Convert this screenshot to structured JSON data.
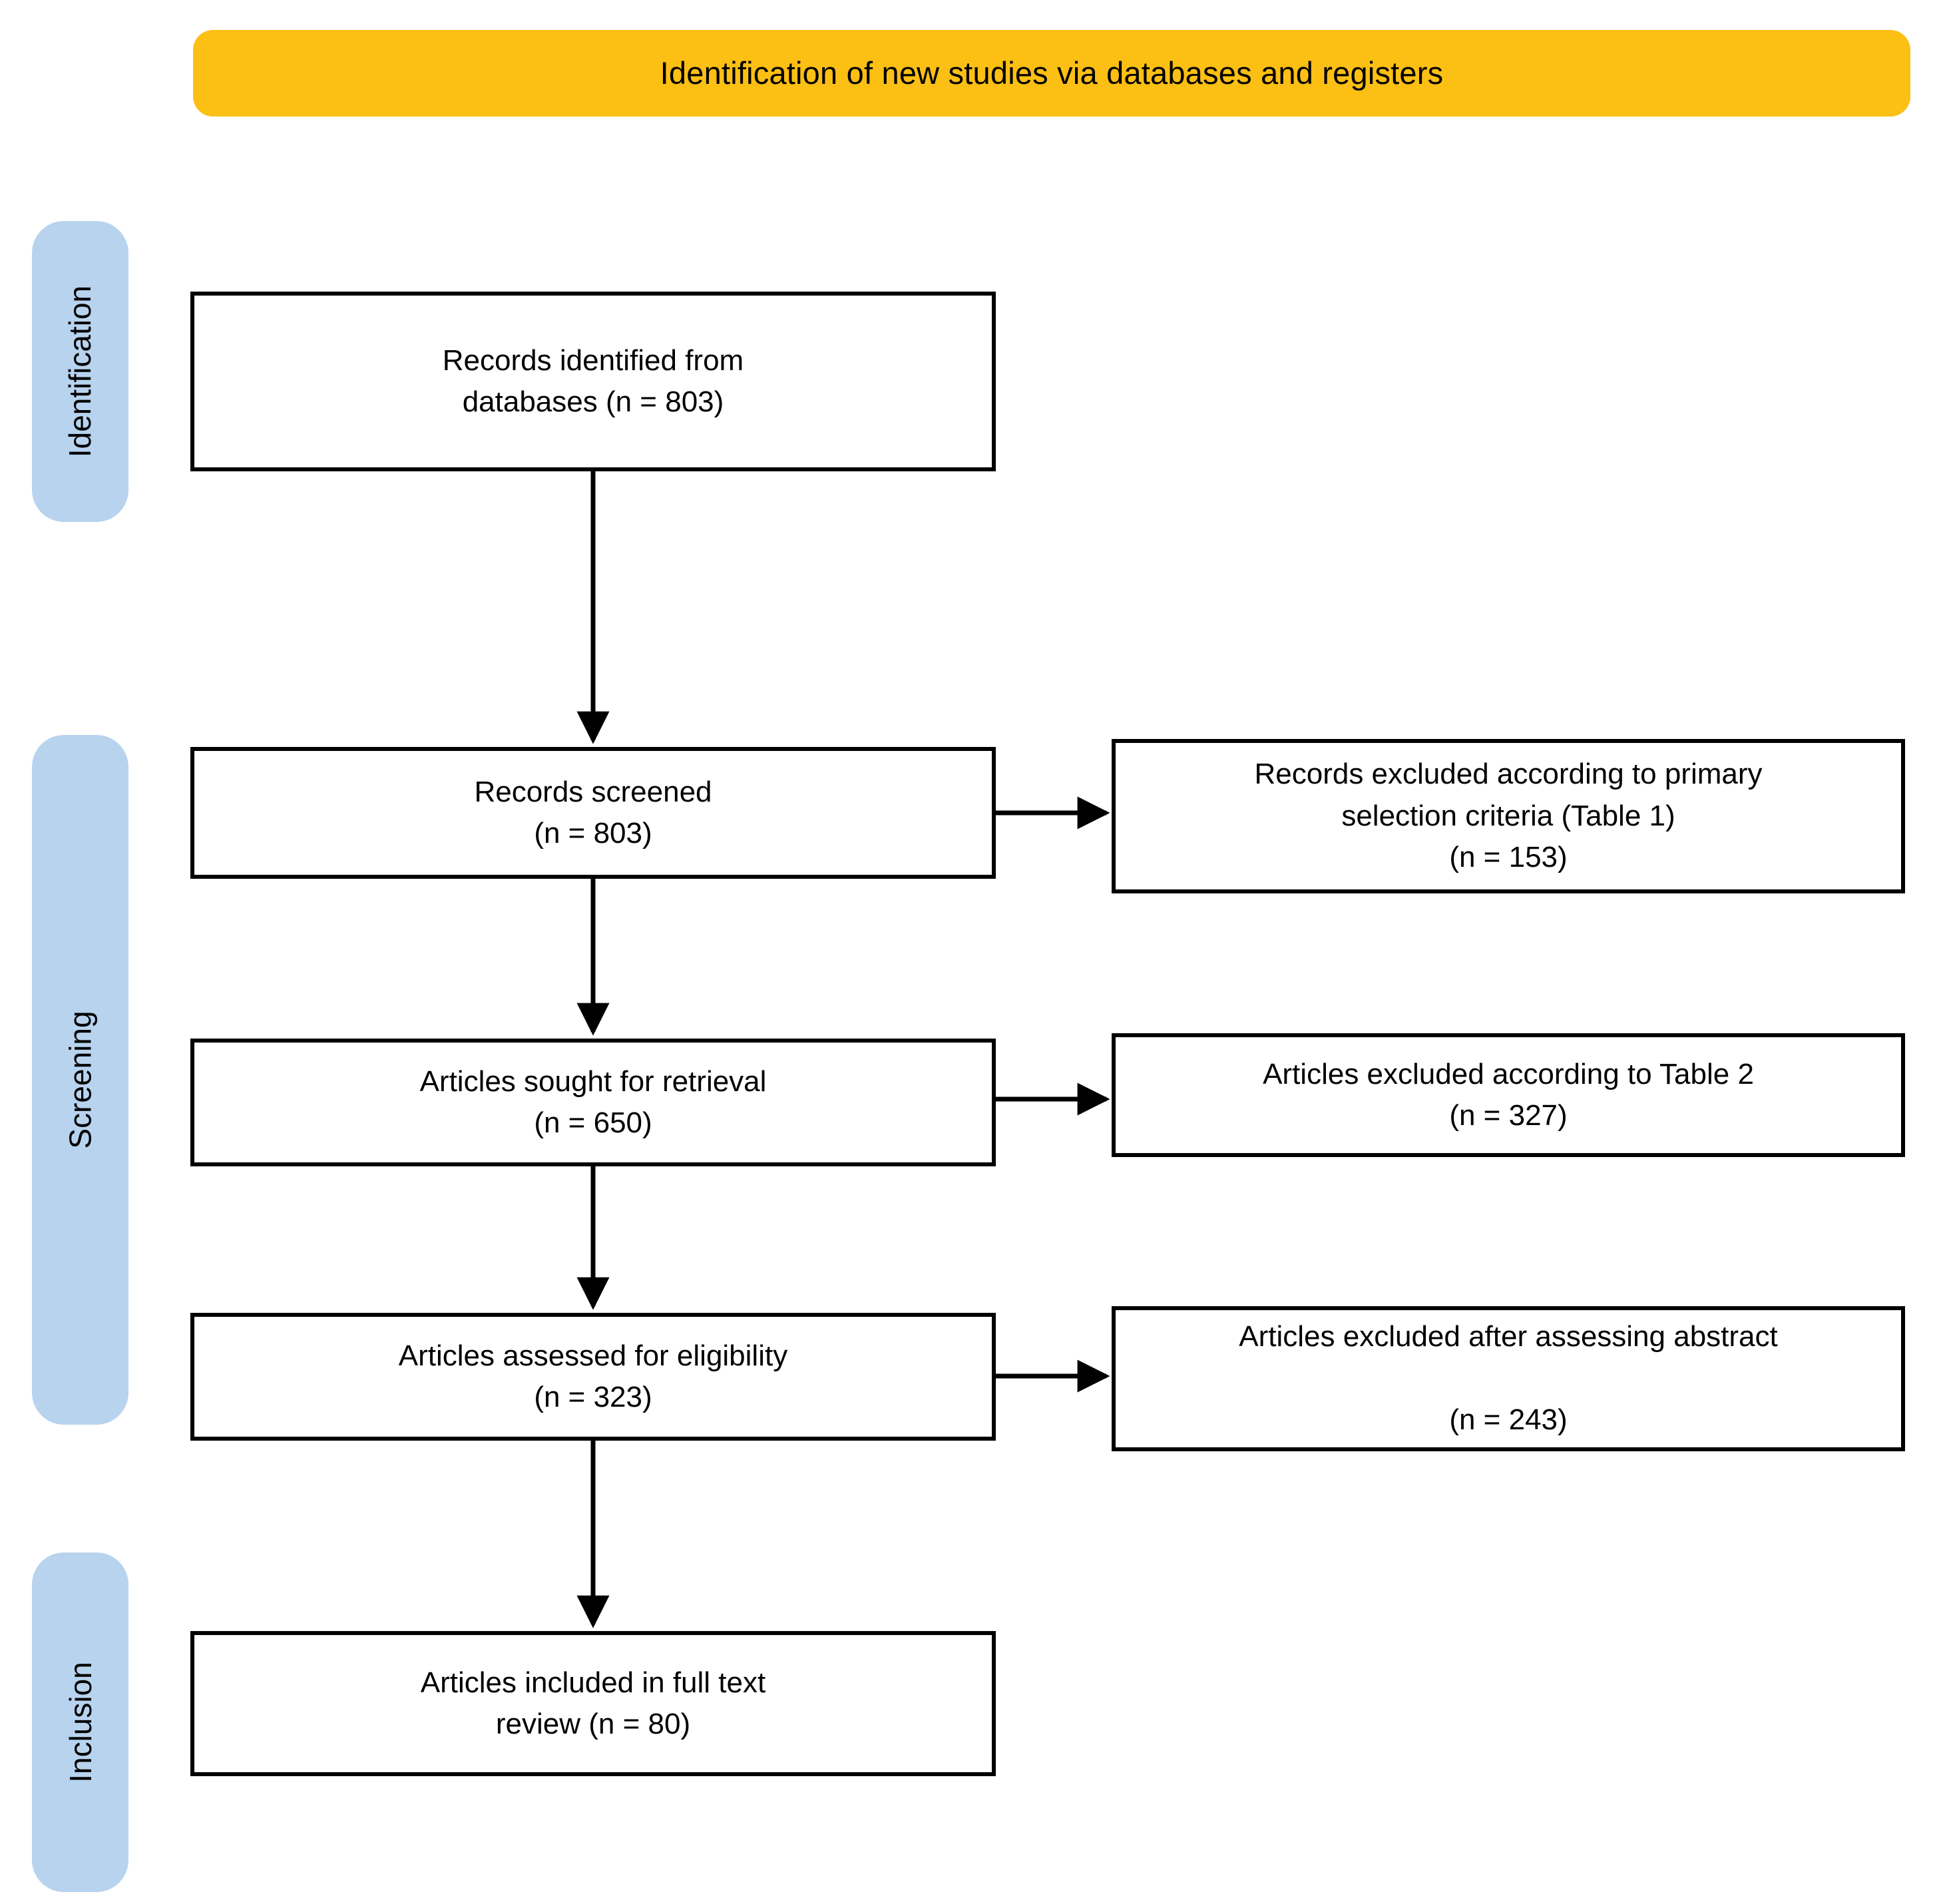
{
  "header": {
    "title": "Identification of new studies via databases and registers",
    "background_color": "#FCBF14"
  },
  "stages": {
    "color": "#B8D3EE",
    "items": [
      {
        "id": "identification",
        "label": "Identification"
      },
      {
        "id": "screening",
        "label": "Screening"
      },
      {
        "id": "inclusion",
        "label": "Inclusion"
      }
    ]
  },
  "chart_data": {
    "type": "diagram",
    "title": "Identification of new studies via databases and registers",
    "nodes": [
      {
        "id": "identified",
        "stage": "Identification",
        "column": "main",
        "label": "Records identified from\ndatabases (n = 803)",
        "count": 803
      },
      {
        "id": "screened",
        "stage": "Screening",
        "column": "main",
        "label": "Records screened\n(n = 803)",
        "count": 803
      },
      {
        "id": "excl_primary",
        "stage": "Screening",
        "column": "excluded",
        "label": "Records excluded according to primary\nselection criteria (Table 1)\n(n = 153)",
        "count": 153
      },
      {
        "id": "sought",
        "stage": "Screening",
        "column": "main",
        "label": "Articles sought for retrieval\n(n = 650)",
        "count": 650
      },
      {
        "id": "excl_table2",
        "stage": "Screening",
        "column": "excluded",
        "label": "Articles excluded according to Table 2\n(n = 327)",
        "count": 327
      },
      {
        "id": "assessed",
        "stage": "Screening",
        "column": "main",
        "label": "Articles assessed for eligibility\n(n = 323)",
        "count": 323
      },
      {
        "id": "excl_abstract",
        "stage": "Screening",
        "column": "excluded",
        "label": "Articles excluded after assessing abstract\n\n(n = 243)",
        "count": 243
      },
      {
        "id": "included",
        "stage": "Inclusion",
        "column": "main",
        "label": "Articles included in full text\nreview (n = 80)",
        "count": 80
      }
    ],
    "edges": [
      {
        "from": "identified",
        "to": "screened",
        "direction": "down"
      },
      {
        "from": "screened",
        "to": "excl_primary",
        "direction": "right"
      },
      {
        "from": "screened",
        "to": "sought",
        "direction": "down"
      },
      {
        "from": "sought",
        "to": "excl_table2",
        "direction": "right"
      },
      {
        "from": "sought",
        "to": "assessed",
        "direction": "down"
      },
      {
        "from": "assessed",
        "to": "excl_abstract",
        "direction": "right"
      },
      {
        "from": "assessed",
        "to": "included",
        "direction": "down"
      }
    ]
  },
  "boxes": {
    "identified": "Records identified from\ndatabases (n = 803)",
    "screened": "Records screened\n(n = 803)",
    "excl_primary": "Records excluded according to primary\nselection criteria (Table 1)\n(n = 153)",
    "sought": "Articles sought for retrieval\n(n = 650)",
    "excl_table2": "Articles excluded according to Table 2\n(n = 327)",
    "assessed": "Articles assessed for eligibility\n(n = 323)",
    "excl_abstract": "Articles excluded after assessing abstract\n\n(n = 243)",
    "included": "Articles included in full text\nreview (n = 80)"
  }
}
